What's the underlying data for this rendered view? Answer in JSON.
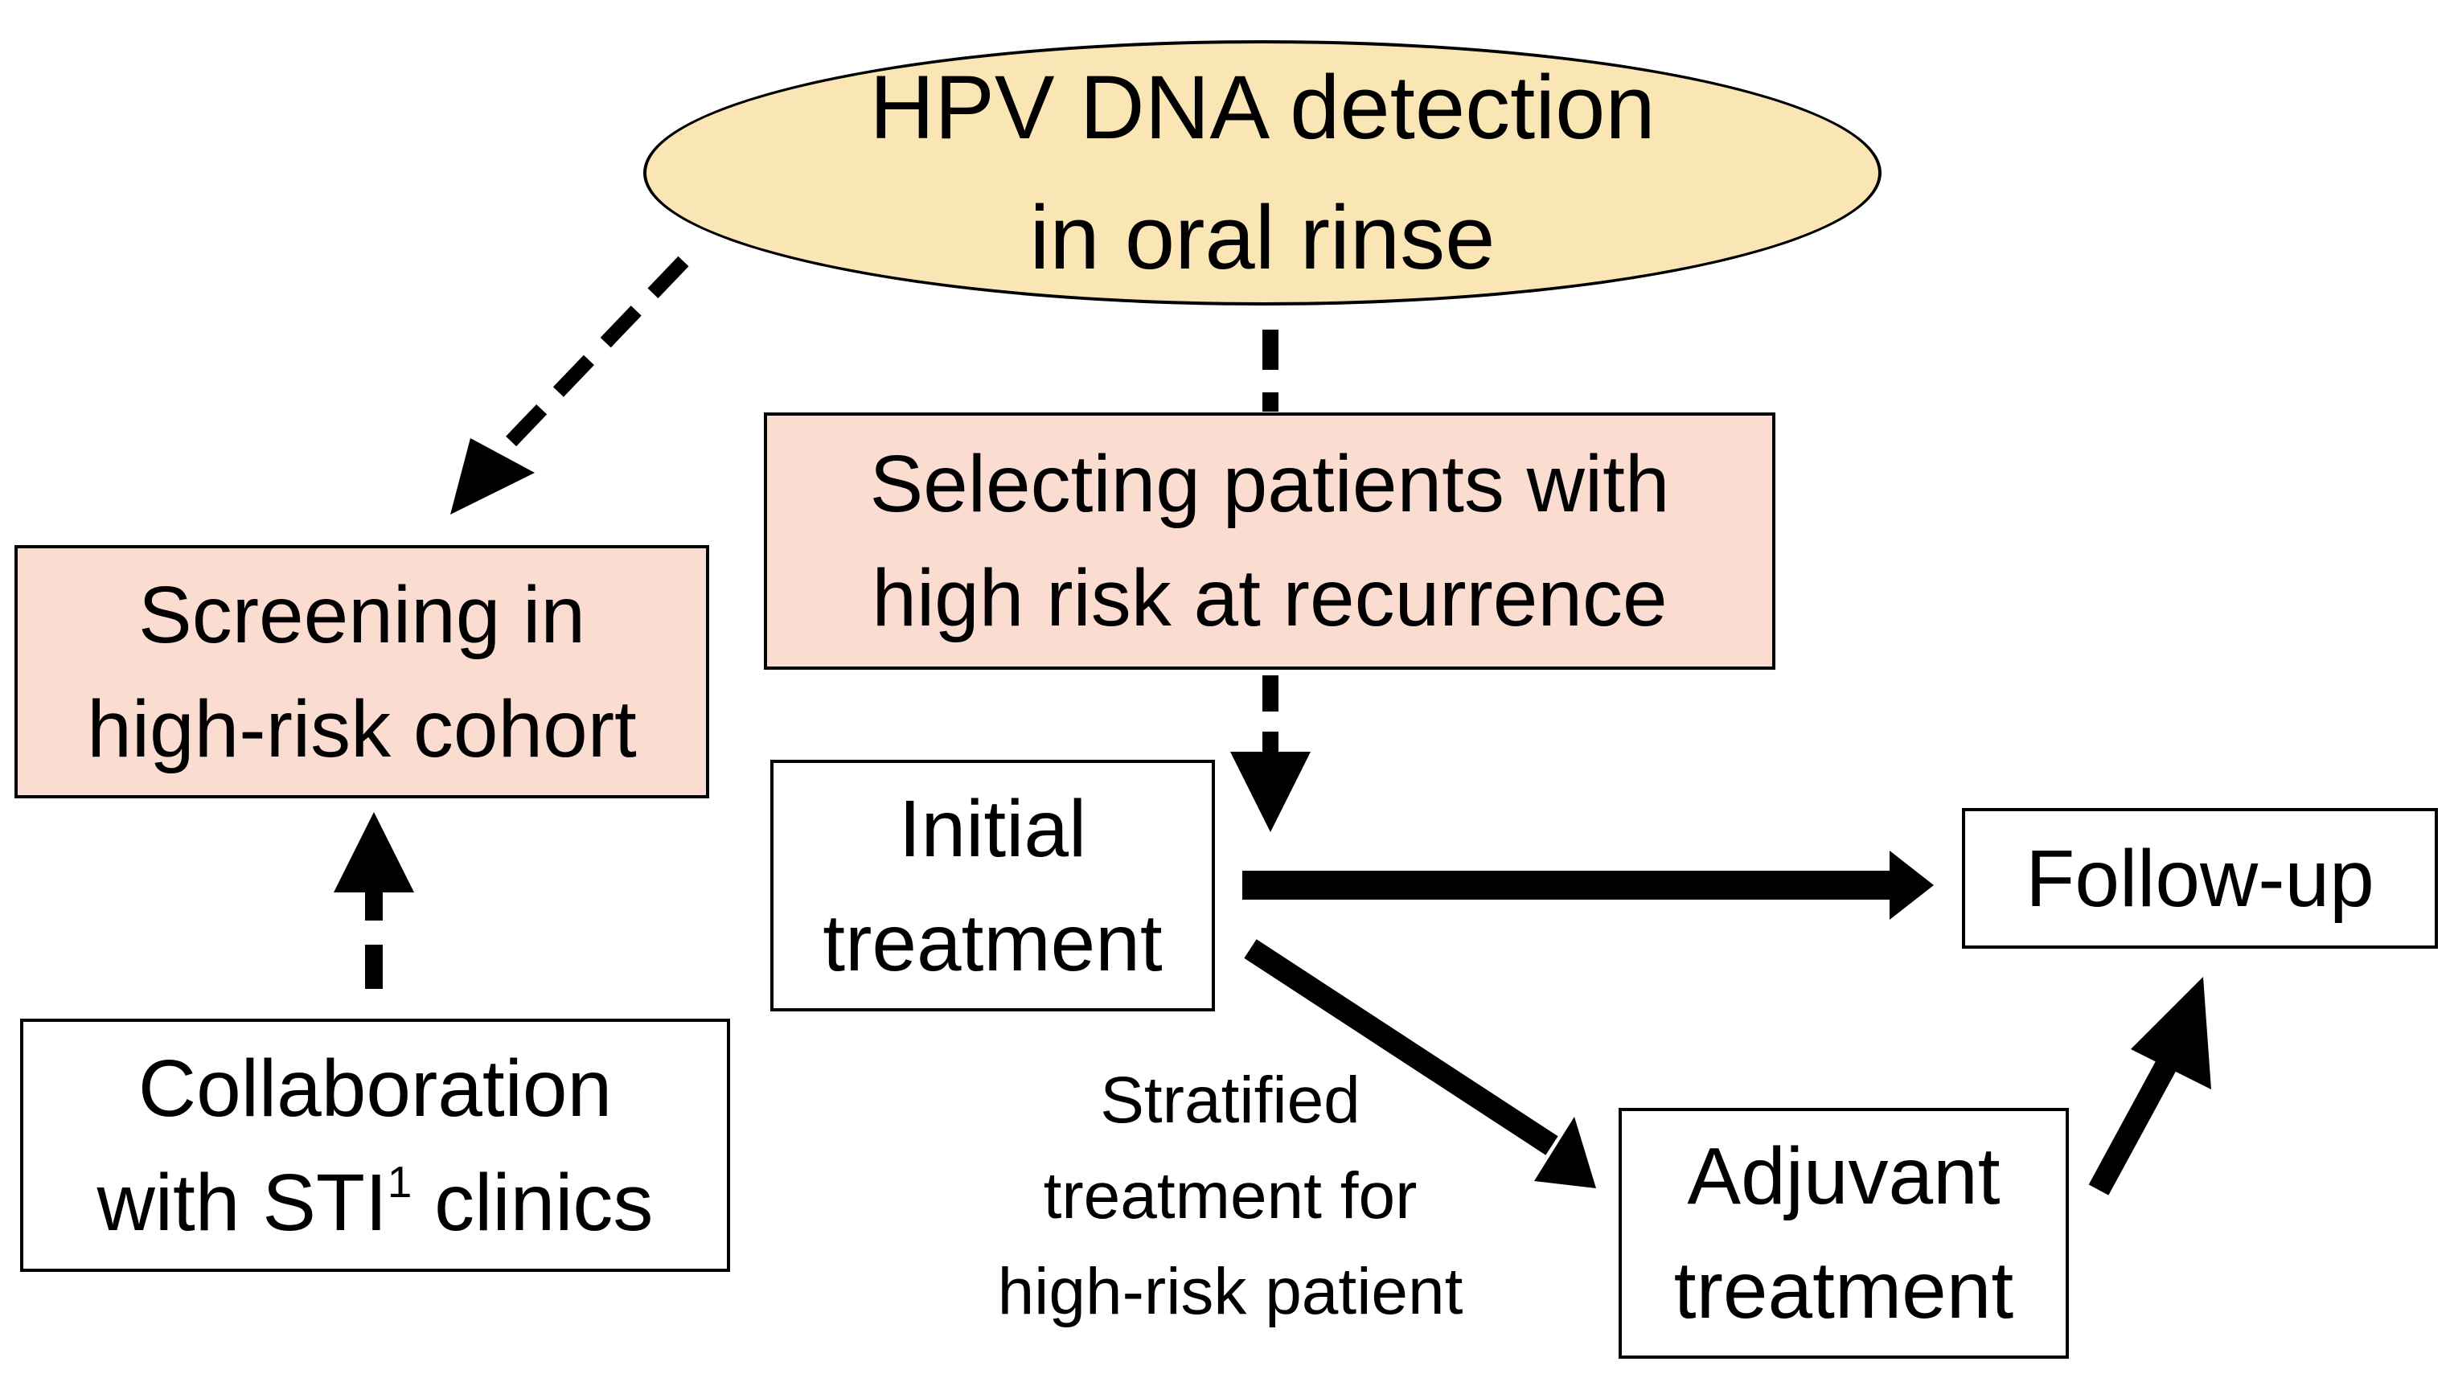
{
  "nodes": {
    "hpv_detection": {
      "lines": [
        "HPV DNA detection",
        "in oral rinse"
      ]
    },
    "selecting_patients": {
      "lines": [
        "Selecting patients with",
        "high risk at recurrence"
      ]
    },
    "screening": {
      "lines": [
        "Screening in",
        "high-risk cohort"
      ]
    },
    "collaboration": {
      "line1": "Collaboration",
      "line2_prefix": "with STI",
      "line2_sup": "1",
      "line2_suffix": " clinics"
    },
    "initial_treatment": {
      "lines": [
        "Initial",
        "treatment"
      ]
    },
    "follow_up": {
      "lines": [
        "Follow-up"
      ]
    },
    "adjuvant_treatment": {
      "lines": [
        "Adjuvant",
        "treatment"
      ]
    }
  },
  "edge_labels": {
    "stratified": {
      "lines": [
        "Stratified",
        "treatment for",
        "high-risk patient"
      ]
    }
  },
  "edges": [
    {
      "from": "hpv_detection",
      "to": "screening",
      "style": "dashed"
    },
    {
      "from": "hpv_detection",
      "to": "selecting_patients",
      "style": "dashed"
    },
    {
      "from": "selecting_patients",
      "to": "initial_treatment",
      "style": "dashed"
    },
    {
      "from": "collaboration",
      "to": "screening",
      "style": "dashed"
    },
    {
      "from": "initial_treatment",
      "to": "follow_up",
      "style": "solid"
    },
    {
      "from": "initial_treatment",
      "to": "adjuvant_treatment",
      "style": "solid",
      "label": "Stratified treatment for high-risk patient"
    },
    {
      "from": "adjuvant_treatment",
      "to": "follow_up",
      "style": "solid"
    }
  ],
  "colors": {
    "ellipse_fill": "#f9e6b4",
    "box_highlight_fill": "#fbdcd0",
    "box_plain_fill": "#ffffff",
    "stroke": "#000000"
  }
}
